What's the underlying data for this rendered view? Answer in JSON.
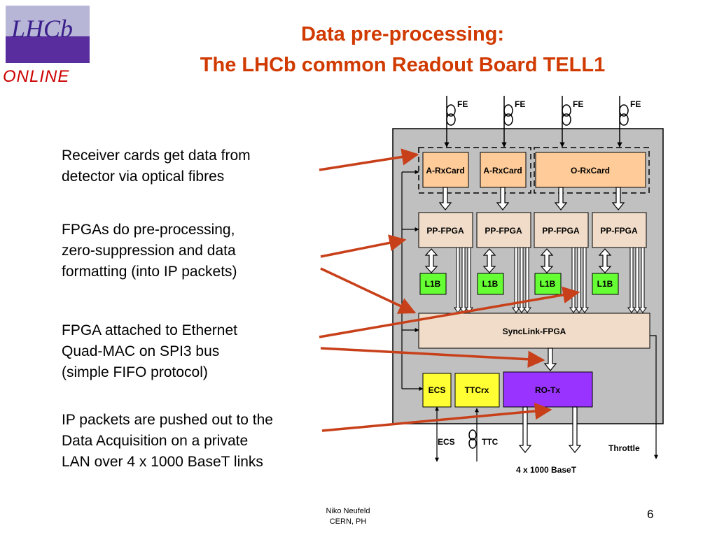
{
  "header": {
    "title_line1": "Data pre-processing:",
    "title_line2": "The LHCb common Readout Board TELL1",
    "logo_text_top": "LHCb",
    "logo_text_bottom": "ONLINE"
  },
  "bullets": [
    "Receiver cards get data from\ndetector via optical fibres",
    "FPGAs do pre-processing,\nzero-suppression and data\nformatting (into IP packets)",
    "FPGA attached to Ethernet\nQuad-MAC on SPI3 bus\n(simple FIFO protocol)",
    "IP packets are pushed out to the\nData Acquisition on a private\nLAN over 4 x 1000 BaseT links"
  ],
  "diagram": {
    "fe_labels": [
      "FE",
      "FE",
      "FE",
      "FE"
    ],
    "rx_cards": [
      "A-RxCard",
      "A-RxCard",
      "O-RxCard"
    ],
    "pp_fpgas": [
      "PP-FPGA",
      "PP-FPGA",
      "PP-FPGA",
      "PP-FPGA"
    ],
    "l1b": [
      "L1B",
      "L1B",
      "L1B",
      "L1B"
    ],
    "synclink": "SyncLink-FPGA",
    "ecs": "ECS",
    "ttcrx": "TTCrx",
    "rotx": "RO-Tx",
    "ecs_ext": "ECS",
    "ttc_ext": "TTC",
    "throttle": "Throttle",
    "links": "4 x 1000 BaseT"
  },
  "footer": {
    "author": "Niko Neufeld",
    "affiliation": "CERN, PH",
    "page": "6"
  },
  "colors": {
    "title": "#d03a00",
    "arrow": "#c8401a",
    "board": "#c0c0c0",
    "rxcard": "#ffcc99",
    "fpga": "#f0dcc8",
    "l1b": "#66ff33",
    "ecs": "#ffff33",
    "rotx": "#9933ff"
  }
}
